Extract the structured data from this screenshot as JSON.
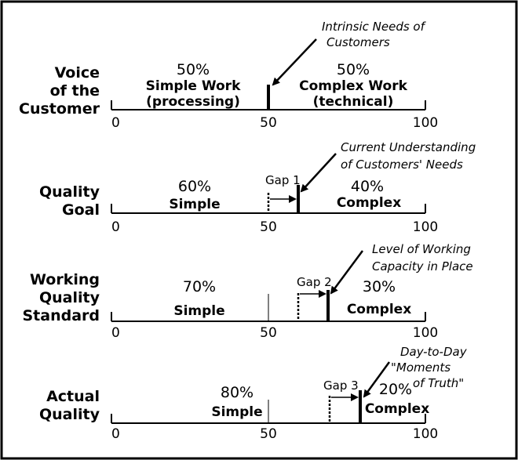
{
  "rows": [
    {
      "label_lines": [
        "Voice",
        "of the",
        "Customer"
      ],
      "left_pct": "50%",
      "left_lines": [
        "Simple Work",
        "(processing)"
      ],
      "right_pct": "50%",
      "right_lines": [
        "Complex Work",
        "(technical)"
      ],
      "ticks": [
        "0",
        "50",
        "100"
      ],
      "gap_label": "",
      "annotation_lines": [
        "Intrinsic Needs of",
        "Customers"
      ]
    },
    {
      "label_lines": [
        "Quality",
        "Goal"
      ],
      "left_pct": "60%",
      "left_lines": [
        "Simple"
      ],
      "right_pct": "40%",
      "right_lines": [
        "Complex"
      ],
      "ticks": [
        "0",
        "50",
        "100"
      ],
      "gap_label": "Gap 1",
      "annotation_lines": [
        "Current Understanding",
        "of Customers' Needs"
      ]
    },
    {
      "label_lines": [
        "Working",
        "Quality",
        "Standard"
      ],
      "left_pct": "70%",
      "left_lines": [
        "Simple"
      ],
      "right_pct": "30%",
      "right_lines": [
        "Complex"
      ],
      "ticks": [
        "0",
        "50",
        "100"
      ],
      "gap_label": "Gap 2",
      "annotation_lines": [
        "Level of Working",
        "Capacity in Place"
      ]
    },
    {
      "label_lines": [
        "Actual",
        "Quality"
      ],
      "left_pct": "80%",
      "left_lines": [
        "Simple"
      ],
      "right_pct": "20%",
      "right_lines": [
        "Complex"
      ],
      "ticks": [
        "0",
        "50",
        "100"
      ],
      "gap_label": "Gap 3",
      "annotation_lines": [
        "Day-to-Day",
        "\"Moments",
        "of Truth\""
      ]
    }
  ]
}
